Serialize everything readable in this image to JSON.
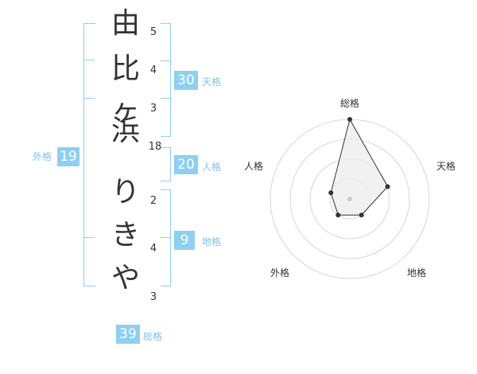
{
  "name": {
    "chars": [
      "由",
      "比",
      "ヶ",
      "浜",
      "り",
      "き",
      "や"
    ],
    "strokes": [
      "5",
      "4",
      "3",
      "18",
      "2",
      "4",
      "3"
    ]
  },
  "fortune": {
    "tenkaku": {
      "value": "30",
      "label": "天格"
    },
    "jinkaku": {
      "value": "20",
      "label": "人格"
    },
    "chikaku": {
      "value": "9",
      "label": "地格"
    },
    "gaikaku": {
      "value": "19",
      "label": "外格"
    },
    "soukaku": {
      "value": "39",
      "label": "総格"
    }
  },
  "radar": {
    "axes": [
      "総格",
      "天格",
      "地格",
      "外格",
      "人格"
    ],
    "levels": 4,
    "values": [
      4,
      2,
      1,
      1,
      1
    ],
    "max": 4,
    "colors": {
      "ring": "#cccccc",
      "fill": "#eeeeee",
      "line": "#333333",
      "point": "#333333",
      "center": "#cccccc"
    }
  },
  "colors": {
    "accent": "#8ecff2",
    "accent_text": "#7ec4ea",
    "text": "#333333"
  }
}
